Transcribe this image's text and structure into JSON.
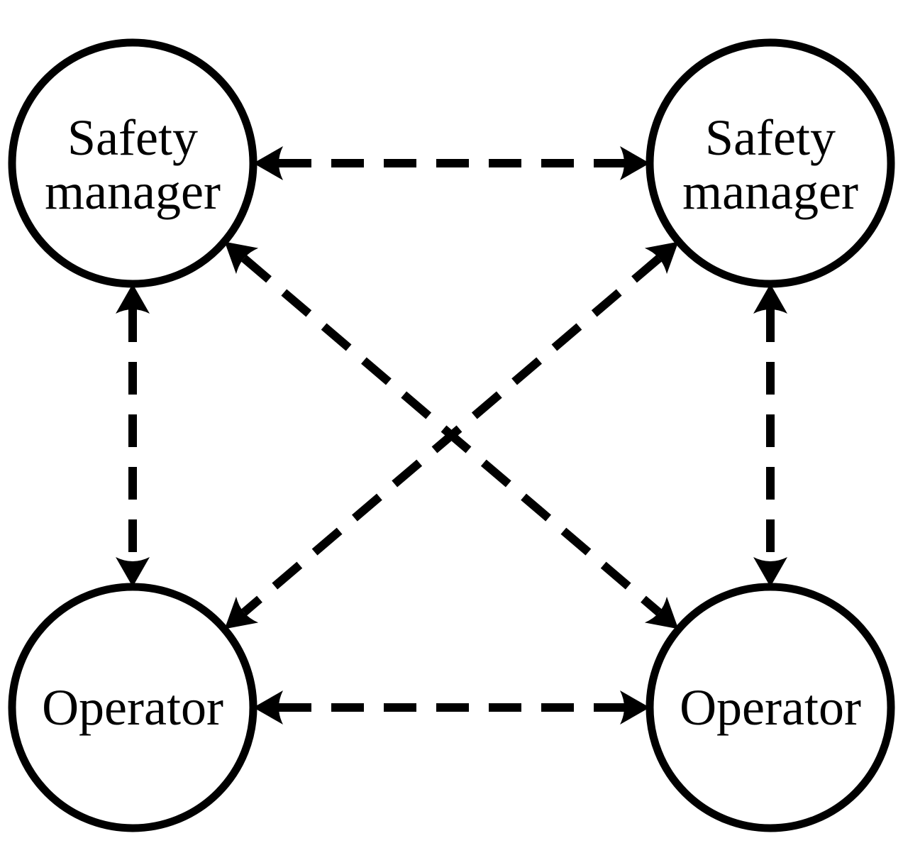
{
  "diagram_type": "network-communication-diagram",
  "colors": {
    "stroke": "#000000",
    "background": "#ffffff",
    "text": "#000000"
  },
  "nodes": {
    "top_left": {
      "id": "safety-manager-left",
      "label": "Safety\nmanager",
      "shape": "circle"
    },
    "top_right": {
      "id": "safety-manager-right",
      "label": "Safety\nmanager",
      "shape": "circle"
    },
    "bottom_left": {
      "id": "operator-left",
      "label": "Operator",
      "shape": "circle"
    },
    "bottom_right": {
      "id": "operator-right",
      "label": "Operator",
      "shape": "circle"
    }
  },
  "edges": [
    {
      "from": "safety-manager-left",
      "to": "safety-manager-right",
      "style": "dashed",
      "bidirectional": true
    },
    {
      "from": "operator-left",
      "to": "operator-right",
      "style": "dashed",
      "bidirectional": true
    },
    {
      "from": "safety-manager-left",
      "to": "operator-left",
      "style": "dashed",
      "bidirectional": true
    },
    {
      "from": "safety-manager-right",
      "to": "operator-right",
      "style": "dashed",
      "bidirectional": true
    },
    {
      "from": "safety-manager-left",
      "to": "operator-right",
      "style": "dashed",
      "bidirectional": true
    },
    {
      "from": "safety-manager-right",
      "to": "operator-left",
      "style": "dashed",
      "bidirectional": true
    }
  ]
}
